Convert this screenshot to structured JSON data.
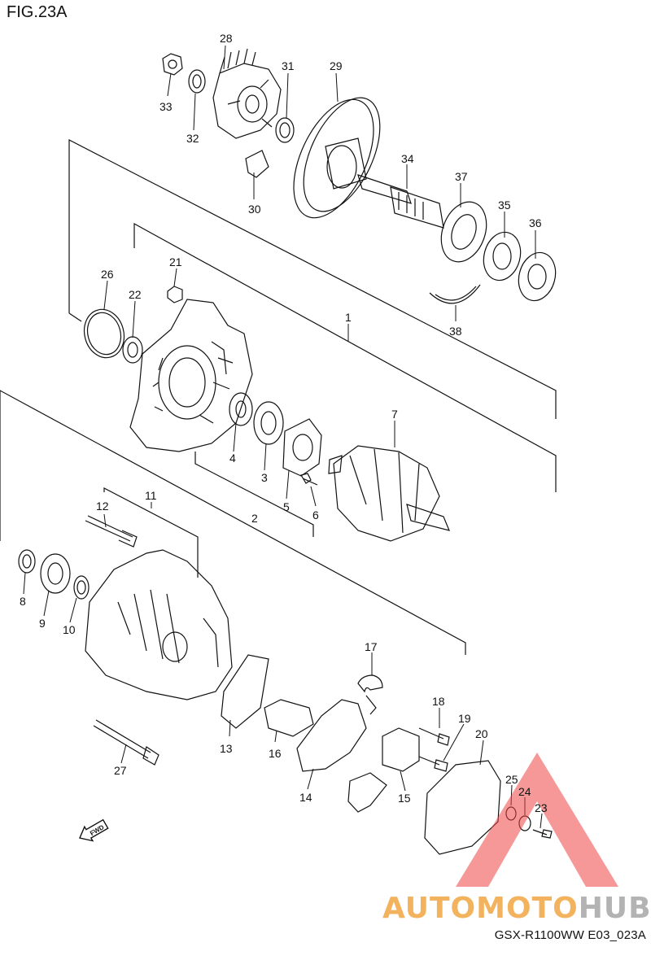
{
  "figure": {
    "title": "FIG.23A",
    "code": "GSX-R1100WW   E03_023A"
  },
  "watermark": {
    "part1": "AUTOMOTO",
    "part2": "HUB",
    "color_accent": "#f3b35e",
    "color_gray": "#b3b3b3",
    "triangle_color": "#e44"
  },
  "fwd_label": "FWD",
  "callouts": [
    "1",
    "2",
    "3",
    "4",
    "5",
    "6",
    "7",
    "8",
    "9",
    "10",
    "11",
    "12",
    "13",
    "14",
    "15",
    "16",
    "17",
    "18",
    "19",
    "20",
    "21",
    "22",
    "23",
    "24",
    "25",
    "26",
    "27",
    "28",
    "29",
    "30",
    "31",
    "32",
    "33",
    "34",
    "35",
    "36",
    "37",
    "38"
  ]
}
